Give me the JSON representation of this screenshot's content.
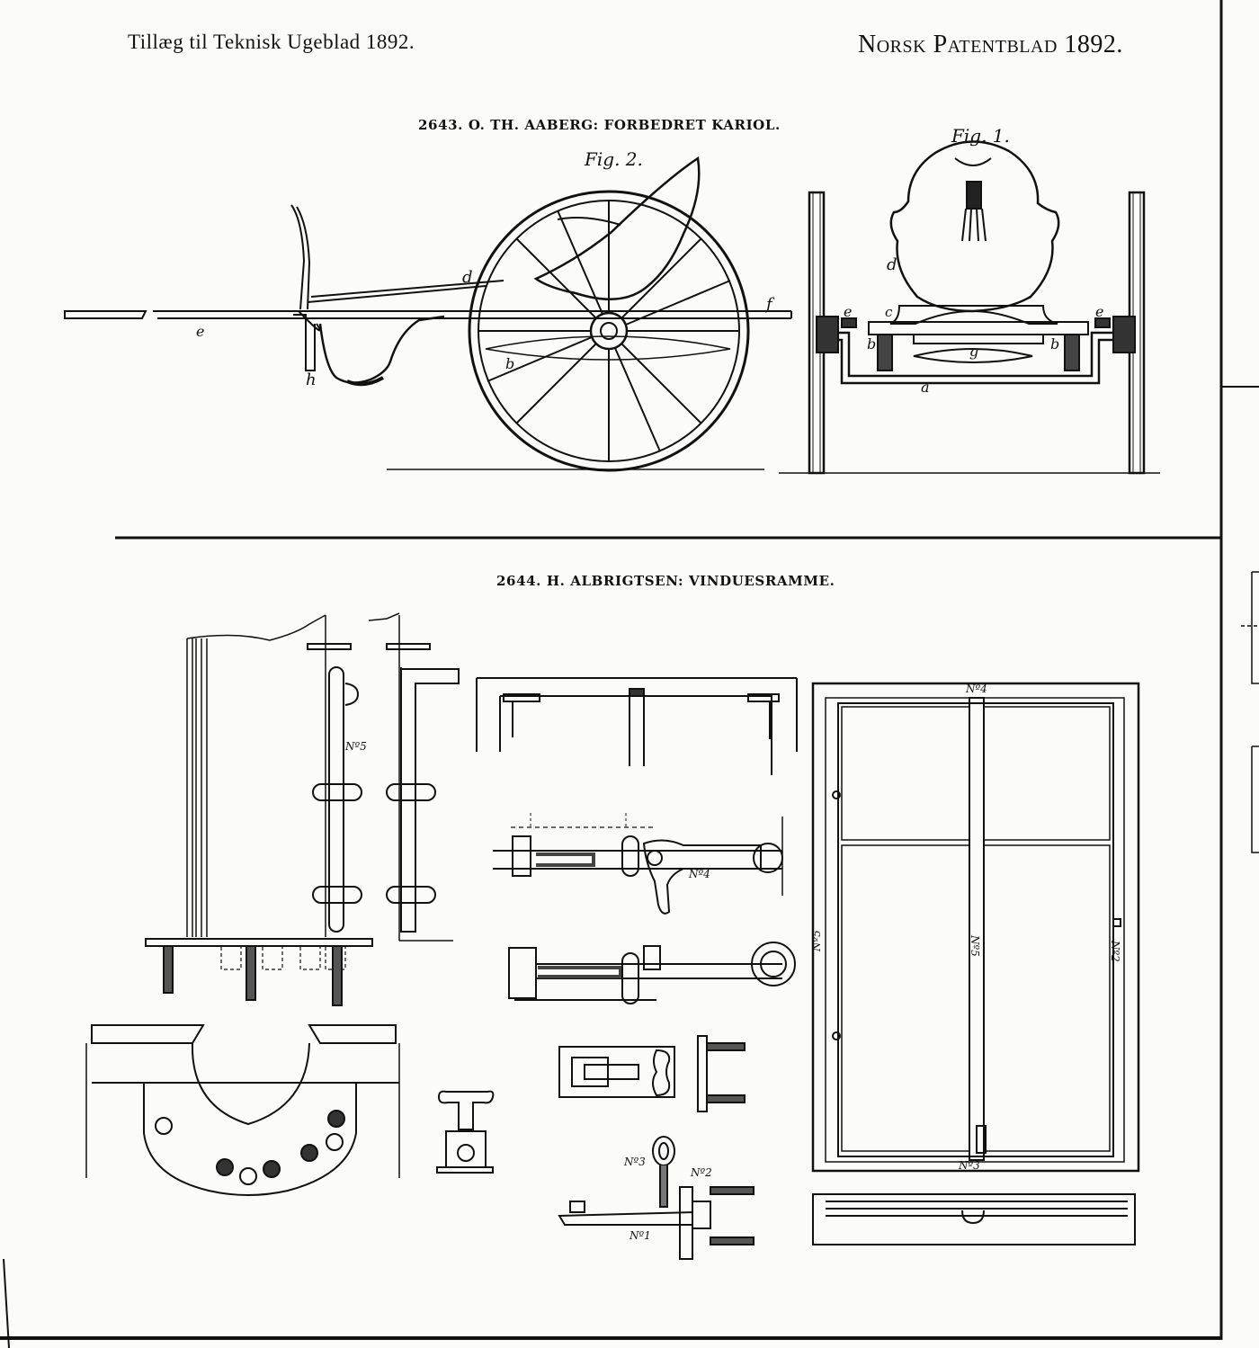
{
  "header": {
    "left": "Tillæg til Teknisk Ugeblad 1892.",
    "right": "Norsk Patentblad 1892."
  },
  "patents": [
    {
      "number": "2643.",
      "title": "O. TH. AABERG:  FORBEDRET KARIOL.",
      "figures": {
        "fig2": "Fig. 2.",
        "fig1": "Fig. 1."
      },
      "letters_fig2": {
        "d": "d",
        "e": "e",
        "f": "f",
        "h": "h",
        "b": "b"
      },
      "letters_fig1": {
        "d": "d",
        "e1": "e",
        "e2": "e",
        "c": "c",
        "b1": "b",
        "b2": "b",
        "g": "g",
        "a": "a"
      }
    },
    {
      "number": "2644.",
      "title": "H. ALBRIGTSEN:  VINDUESRAMME.",
      "labels": {
        "n5": "Nº5",
        "n4": "Nº4",
        "n3": "Nº3",
        "n2": "Nº2",
        "n1": "Nº1",
        "frame_top": "Nº4",
        "frame_bottom": "Nº3",
        "frame_left": "Nº5",
        "frame_mid": "Nº5",
        "frame_right": "Nº2"
      }
    }
  ]
}
